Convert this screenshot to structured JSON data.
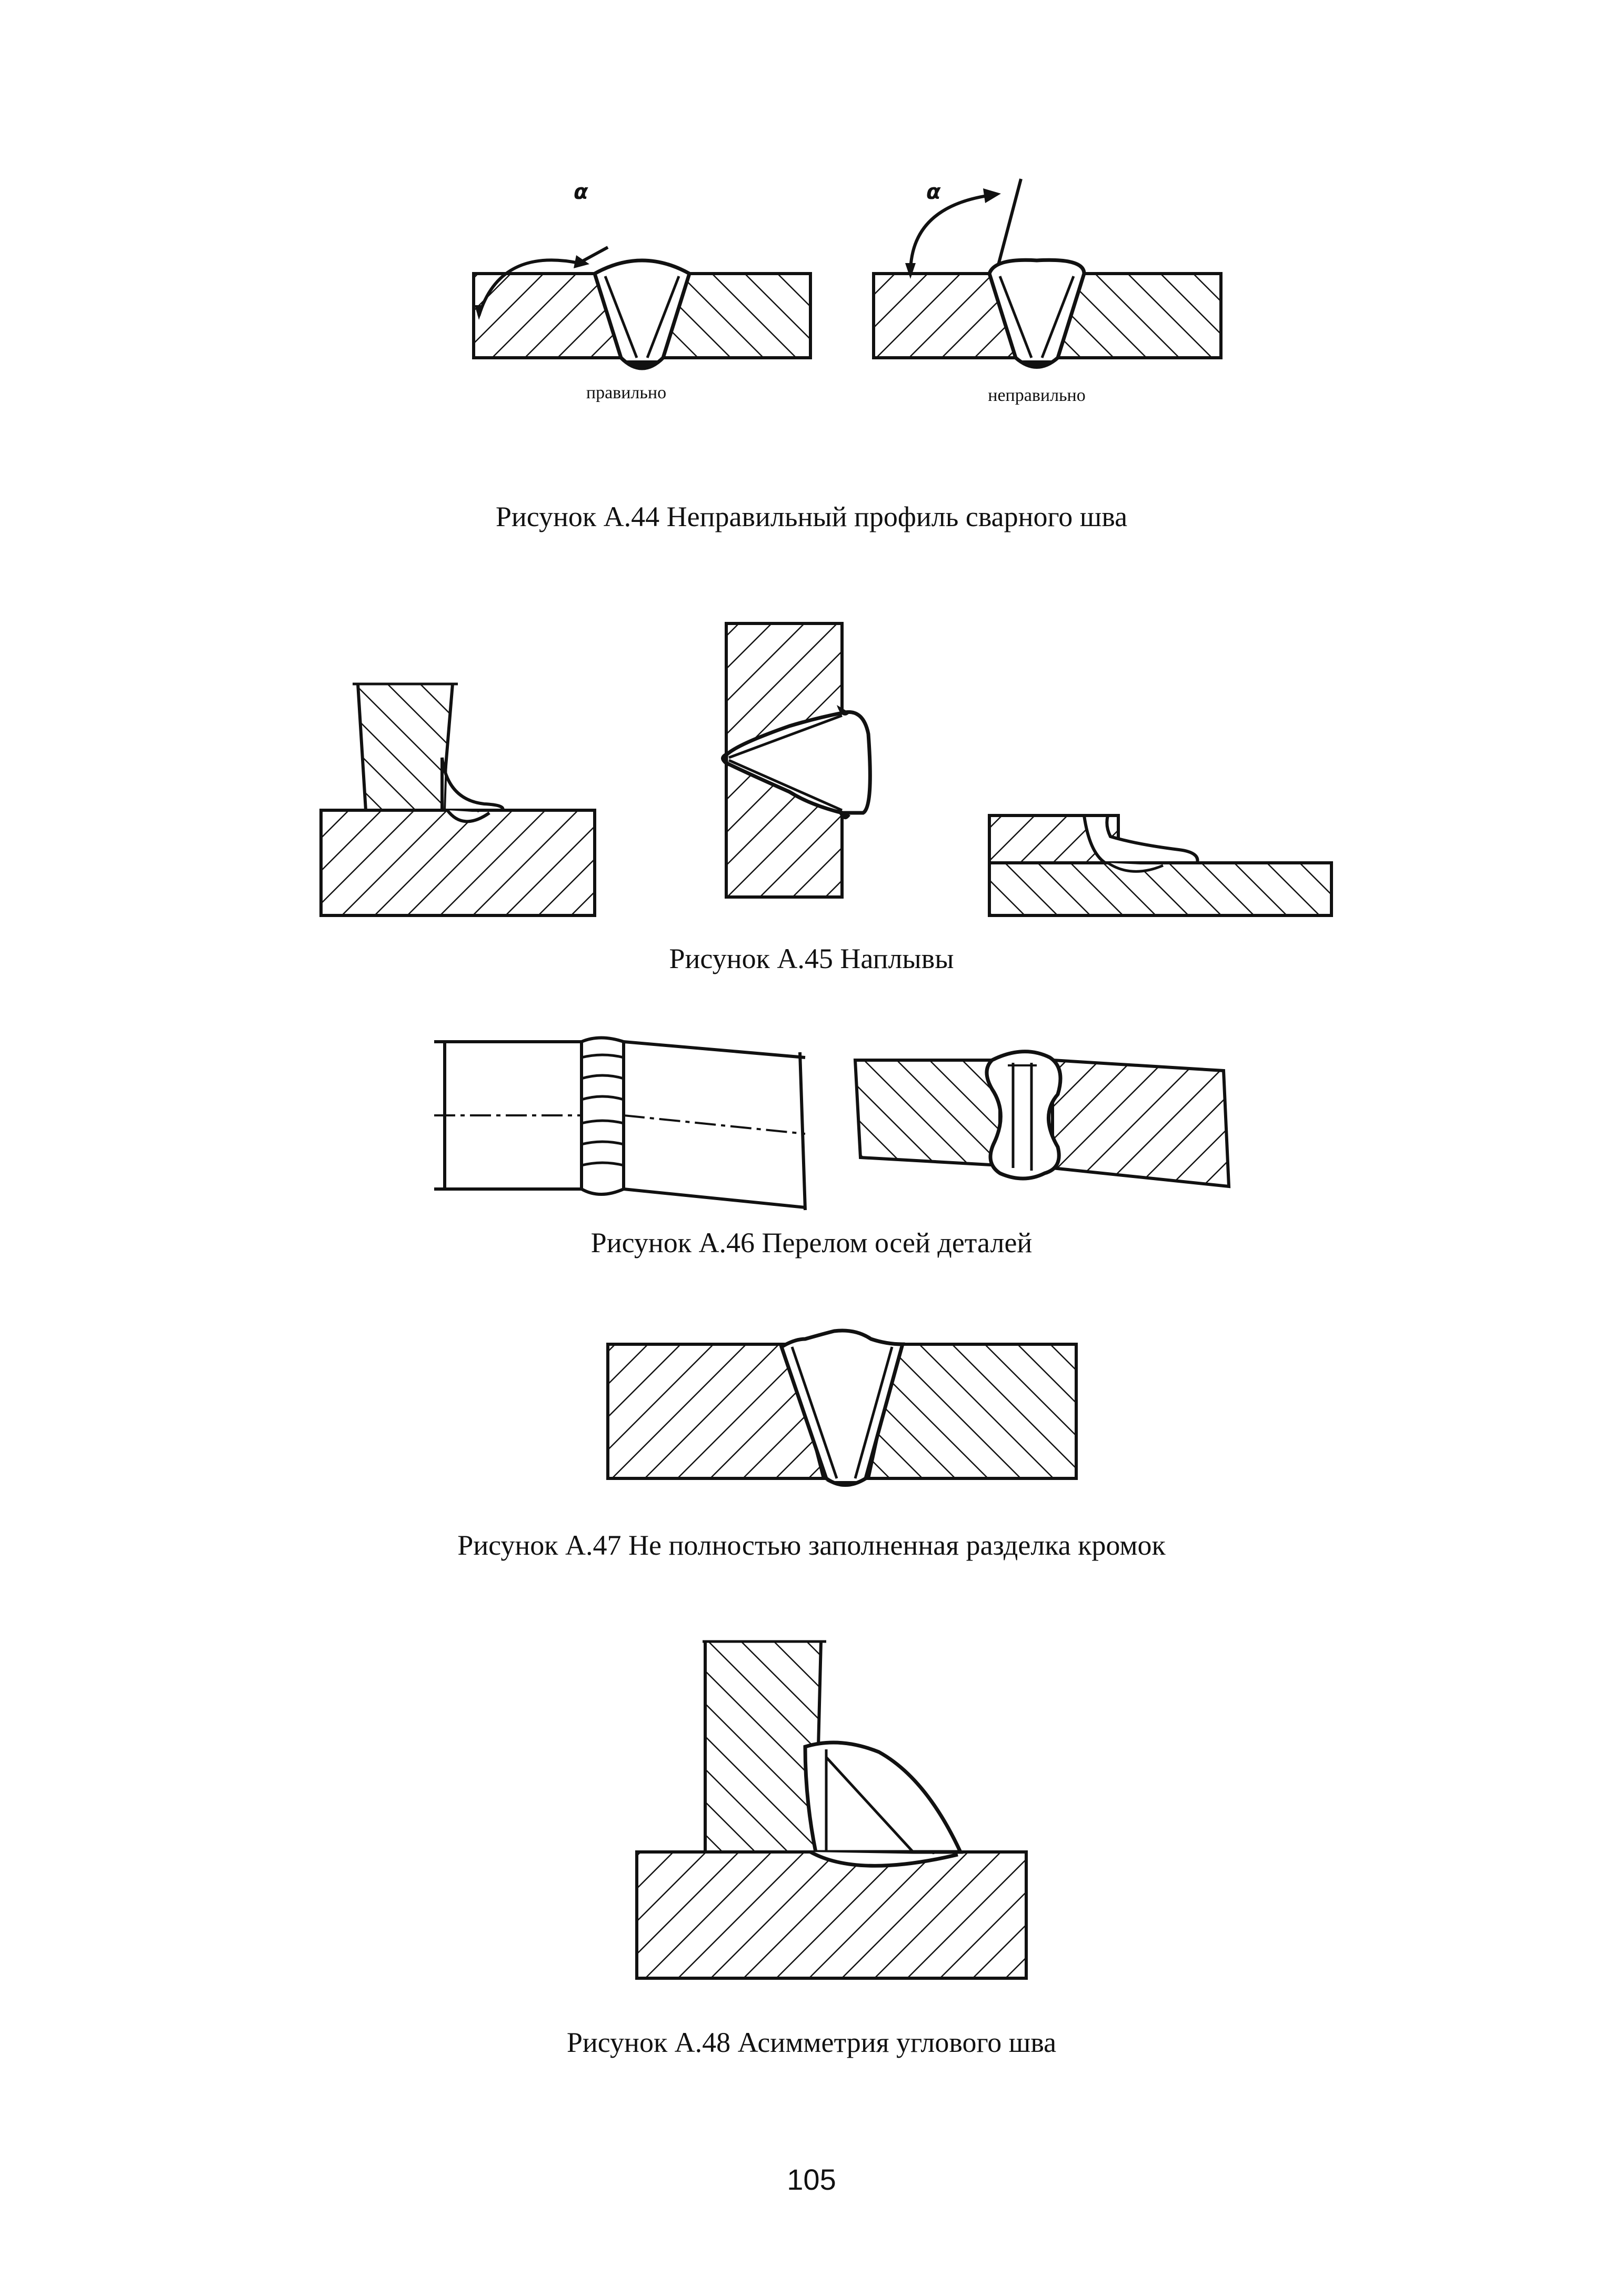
{
  "figures": {
    "a44": {
      "alpha_left": "α",
      "alpha_right": "α",
      "label_left": "правильно",
      "label_right": "неправильно",
      "caption": "Рисунок А.44 Неправильный профиль сварного шва"
    },
    "a45": {
      "caption": "Рисунок А.45 Наплывы"
    },
    "a46": {
      "caption": "Рисунок А.46 Перелом осей деталей"
    },
    "a47": {
      "caption": "Рисунок А.47 Не полностью заполненная разделка кромок"
    },
    "a48": {
      "caption": "Рисунок А.48 Асимметрия углового шва"
    }
  },
  "page_number": "105"
}
